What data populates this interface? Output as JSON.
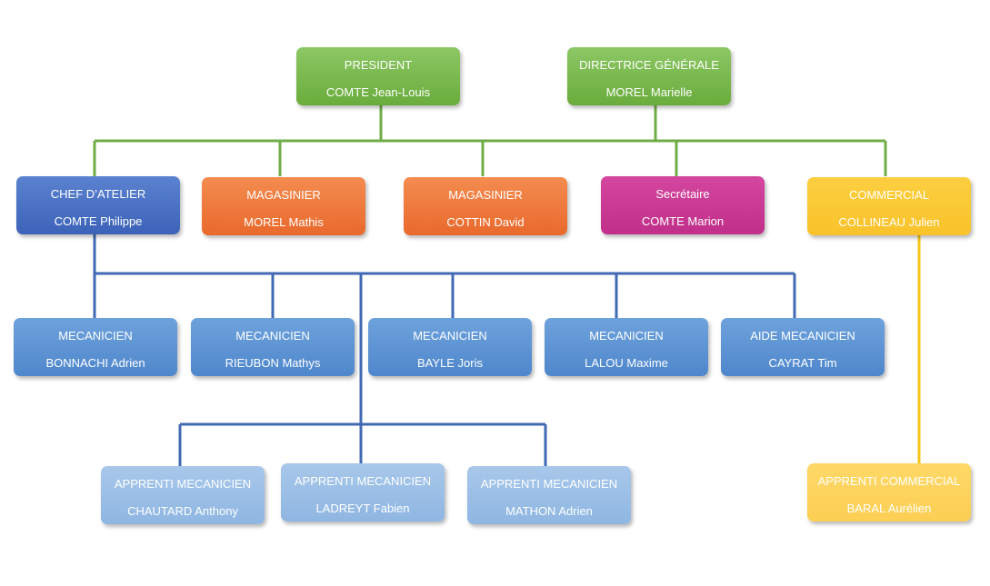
{
  "top": [
    {
      "role": "PRESIDENT",
      "name": "COMTE Jean-Louis"
    },
    {
      "role": "DIRECTRICE GÉNÉRALE",
      "name": "MOREL Marielle"
    }
  ],
  "staff": [
    {
      "role": "CHEF D’ATELIER",
      "name": "COMTE Philippe"
    },
    {
      "role": "MAGASINIER",
      "name": "MOREL Mathis"
    },
    {
      "role": "MAGASINIER",
      "name": "COTTIN David"
    },
    {
      "role": "Secrétaire",
      "name": "COMTE Marion"
    },
    {
      "role": "COMMERCIAL",
      "name": "COLLINEAU Julien"
    }
  ],
  "mechanics": [
    {
      "role": "MECANICIEN",
      "name": "BONNACHI Adrien"
    },
    {
      "role": "MECANICIEN",
      "name": "RIEUBON Mathys"
    },
    {
      "role": "MECANICIEN",
      "name": "BAYLE Joris"
    },
    {
      "role": "MECANICIEN",
      "name": "LALOU Maxime"
    },
    {
      "role": "AIDE MECANICIEN",
      "name": "CAYRAT Tim"
    }
  ],
  "apprentices": [
    {
      "role": "APPRENTI MECANICIEN",
      "name": "CHAUTARD Anthony"
    },
    {
      "role": "APPRENTI MECANICIEN",
      "name": "LADREYT Fabien"
    },
    {
      "role": "APPRENTI MECANICIEN",
      "name": "MATHON Adrien"
    },
    {
      "role": "APPRENTI COMMERCIAL",
      "name": "BARAL Aurélien"
    }
  ],
  "colors": {
    "green": "#70AD47",
    "blue": "#4472C4",
    "orange": "#ED7D31",
    "magenta": "#C5308E",
    "yellow": "#FFC000",
    "line_green": "#70AD47",
    "line_blue": "#4169B4",
    "line_yellow": "#F5C518"
  }
}
